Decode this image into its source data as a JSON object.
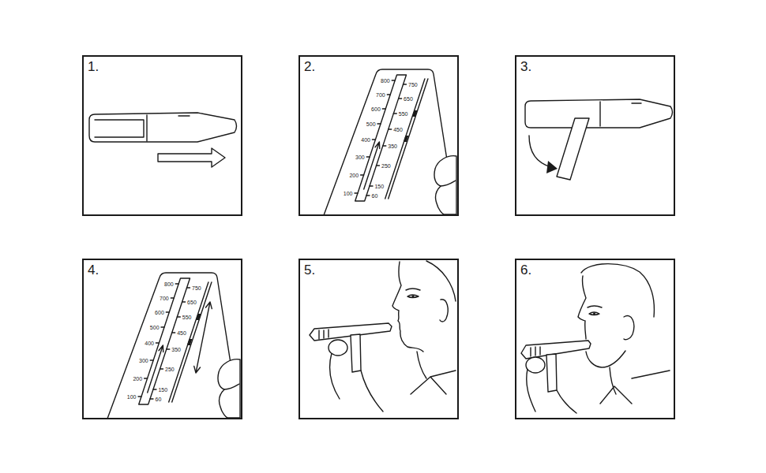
{
  "diagram": {
    "nodes": [
      {
        "text": [
          "1."
        ]
      },
      {
        "text": [
          "2."
        ]
      },
      {
        "text": [
          "3."
        ]
      },
      {
        "text": [
          "4."
        ]
      },
      {
        "text": [
          "5."
        ]
      },
      {
        "text": [
          "6."
        ]
      }
    ],
    "labels": [
      "800",
      "700",
      "600",
      "500",
      "400",
      "300",
      "200",
      "100",
      "750",
      "650",
      "550",
      "450",
      "350",
      "250",
      "150",
      "60",
      "800",
      "700",
      "600",
      "500",
      "400",
      "300",
      "200",
      "100",
      "750",
      "650",
      "550",
      "450",
      "350",
      "250",
      "150",
      "60"
    ]
  }
}
